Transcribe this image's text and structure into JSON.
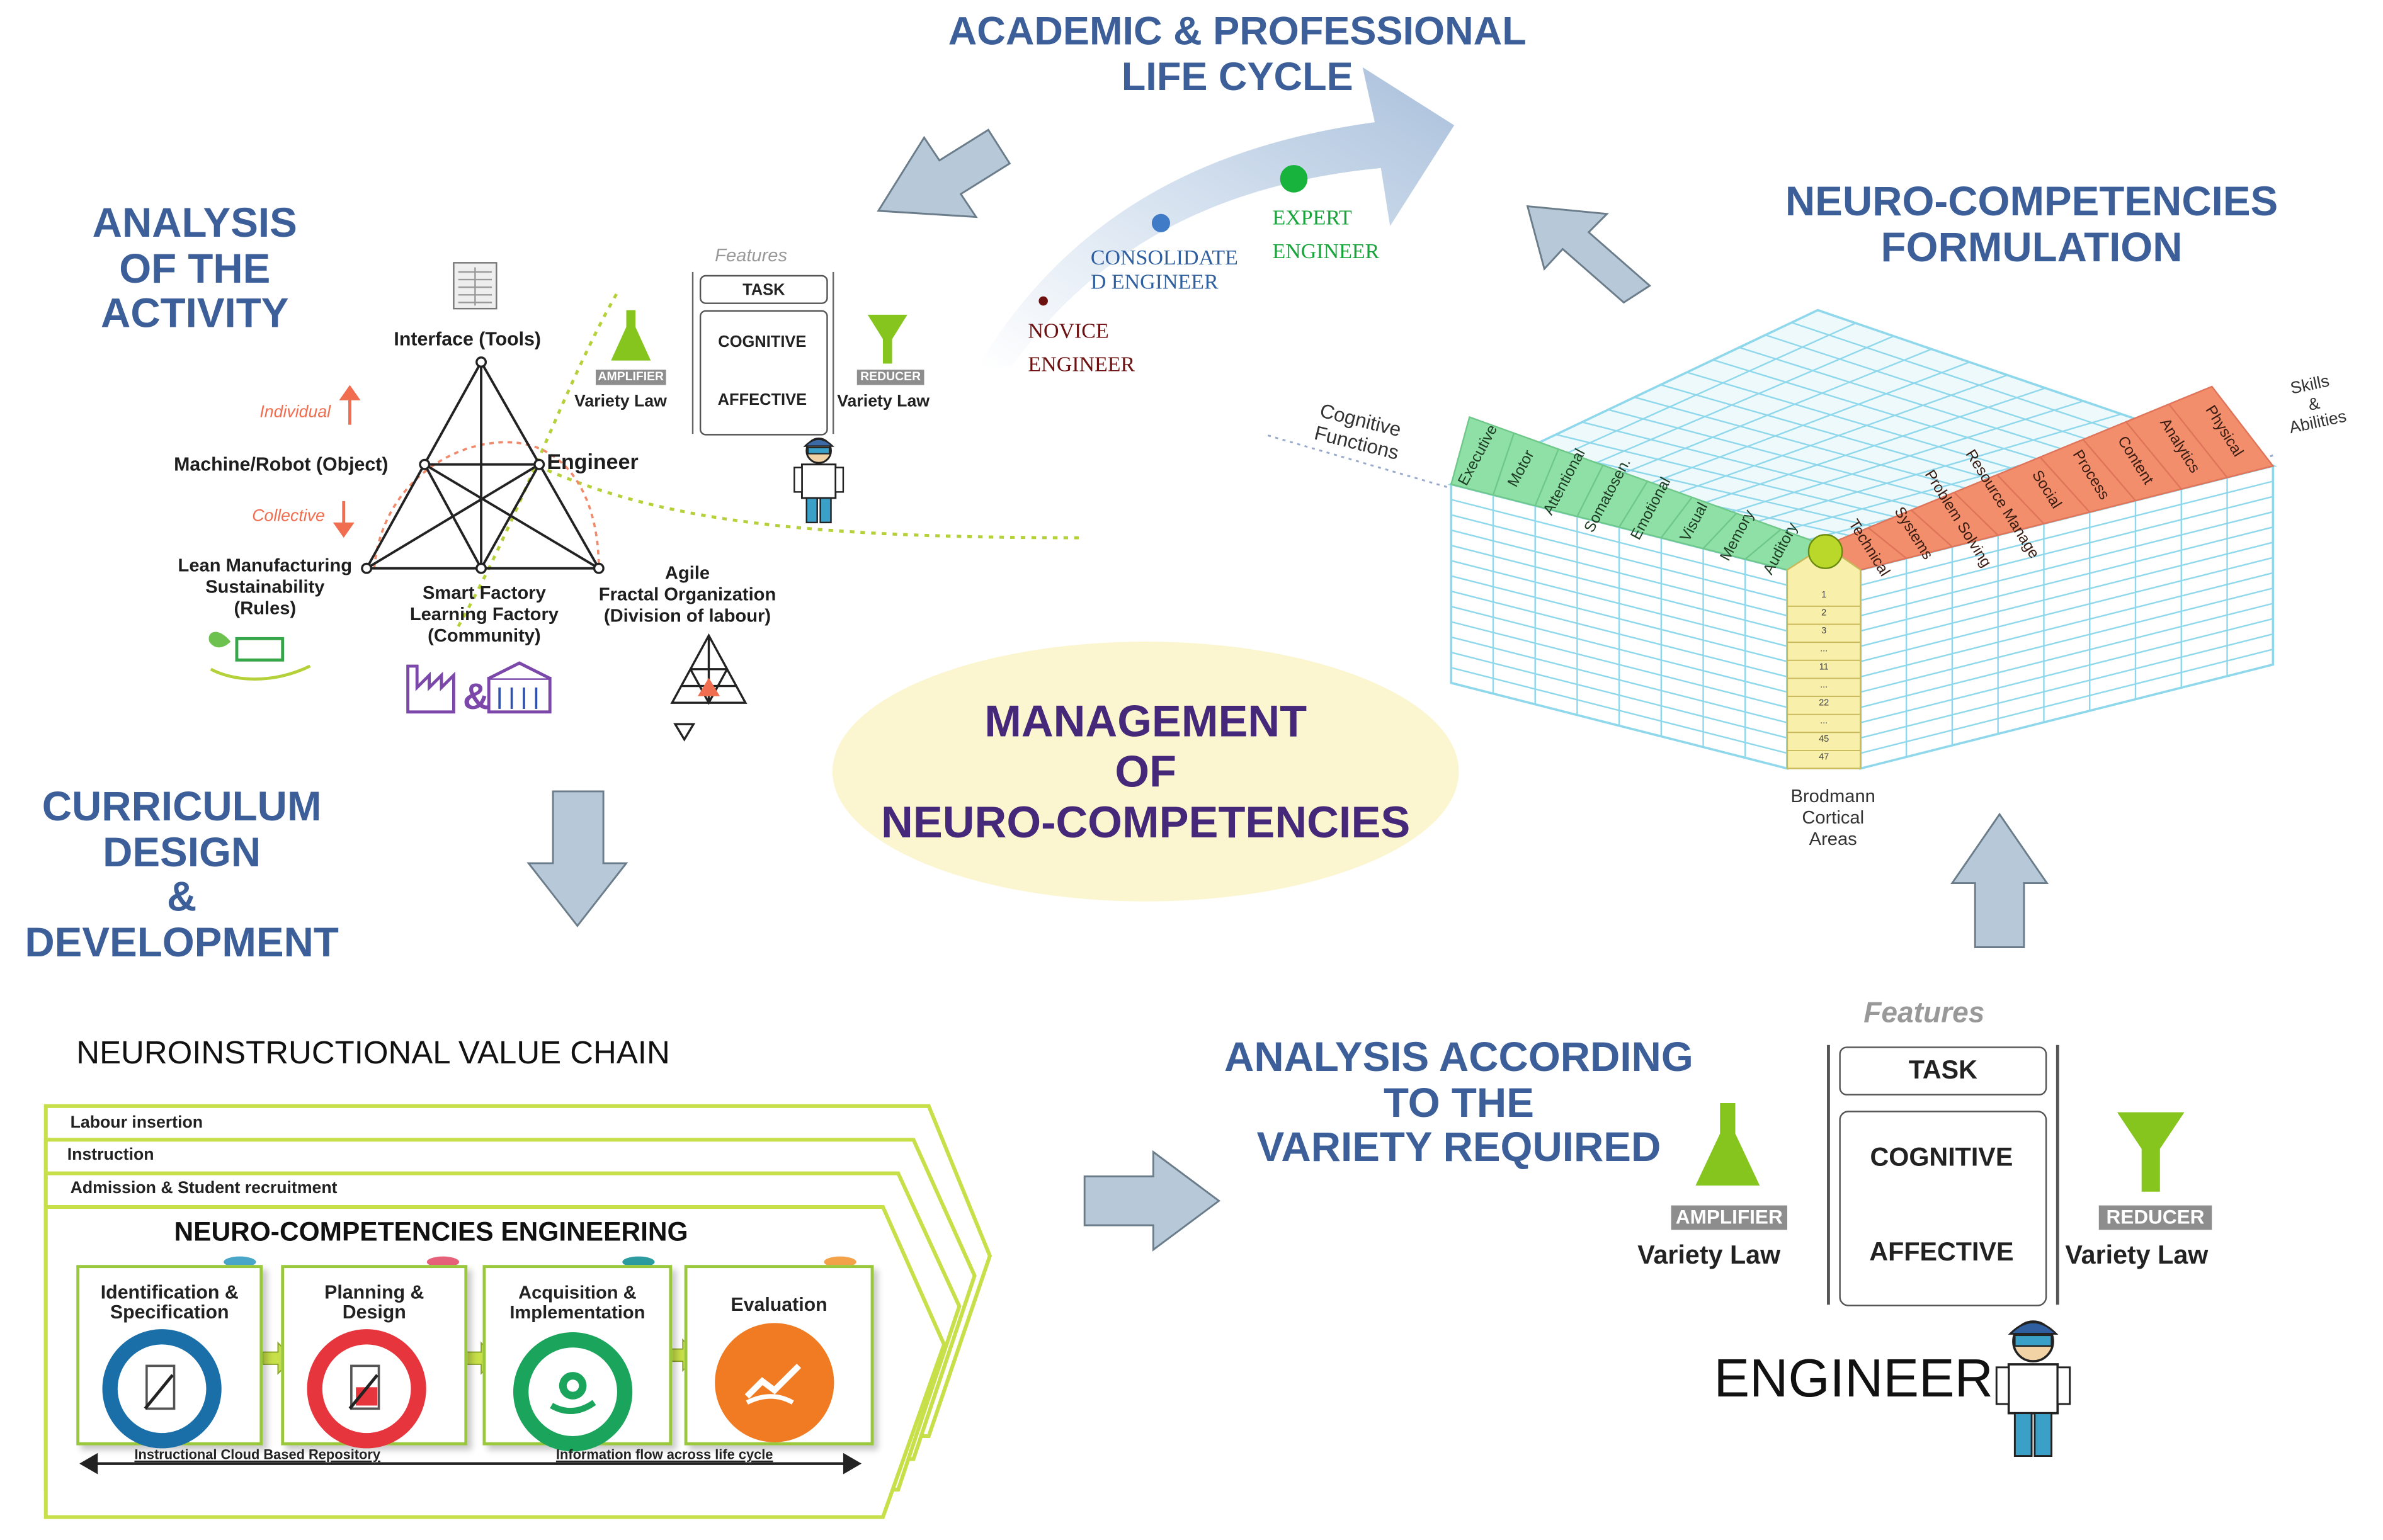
{
  "titles": {
    "life_cycle": [
      "ACADEMIC & PROFESSIONAL",
      "LIFE CYCLE"
    ],
    "analysis_activity": [
      "ANALYSIS",
      "OF THE",
      "ACTIVITY"
    ],
    "neuro_formulation": [
      "NEURO-COMPETENCIES",
      "FORMULATION"
    ],
    "curriculum": [
      "CURRICULUM",
      "DESIGN",
      "&",
      "DEVELOPMENT"
    ],
    "management": [
      "MANAGEMENT",
      "OF",
      "NEURO-COMPETENCIES"
    ],
    "analysis_variety": [
      "ANALYSIS ACCORDING",
      "TO THE",
      "VARIETY REQUIRED"
    ]
  },
  "life_cycle_stages": {
    "novice": [
      "NOVICE",
      "ENGINEER"
    ],
    "consolidated": [
      "CONSOLIDATE",
      "D ENGINEER"
    ],
    "expert": [
      "EXPERT",
      "ENGINEER"
    ]
  },
  "activity_model": {
    "interface": "Interface (Tools)",
    "object": "Machine/Robot (Object)",
    "engineer": "Engineer",
    "individual": "Individual",
    "collective": "Collective",
    "rules": [
      "Lean Manufacturing",
      "Sustainability",
      "(Rules)"
    ],
    "community": [
      "Smart Factory",
      "Learning Factory",
      "(Community)"
    ],
    "division": [
      "Agile",
      "Fractal Organization",
      "(Division of labour)"
    ]
  },
  "small_features": {
    "title": "Features",
    "task": "TASK",
    "cognitive": "COGNITIVE",
    "affective": "AFFECTIVE",
    "amplifier": "AMPLIFIER",
    "reducer": "REDUCER",
    "variety_law_left": "Variety Law",
    "variety_law_right": "Variety Law"
  },
  "grid": {
    "cognitive_axis": [
      "Cognitive",
      "Functions"
    ],
    "skills_axis": [
      "Skills",
      "&",
      "Abilities"
    ],
    "brodmann": [
      "Brodmann",
      "Cortical",
      "Areas"
    ],
    "cognitive_functions": [
      "Executive",
      "Motor",
      "Attentional",
      "Somatosen.",
      "Emotional",
      "Visual",
      "Memory",
      "Auditory"
    ],
    "skills": [
      "Technical",
      "Systems",
      "Problem Solving",
      "Resource Manage",
      "Social",
      "Process",
      "Content",
      "Analytics",
      "Physical"
    ],
    "brodmann_numbers": [
      "1",
      "2",
      "3",
      "...",
      "11",
      "...",
      "22",
      "...",
      "45",
      "47"
    ],
    "colors": {
      "cognitive": "#8fe0a6",
      "skills": "#f28e6c",
      "brodmann": "#f7efaa",
      "grid": "#8fd8ec"
    }
  },
  "value_chain": {
    "title": "NEUROINSTRUCTIONAL VALUE CHAIN",
    "layers": [
      "Labour insertion",
      "Instruction",
      "Admission & Student recruitment"
    ],
    "engineering": "NEURO-COMPETENCIES ENGINEERING",
    "stages": [
      {
        "label": [
          "Identification &",
          "Specification"
        ],
        "color": "#1a6fa9",
        "db_color": "#4aa6c9"
      },
      {
        "label": [
          "Planning &",
          "Design"
        ],
        "color": "#e7353e",
        "db_color": "#e6607a"
      },
      {
        "label": [
          "Acquisition &",
          "Implementation"
        ],
        "color": "#1ba45b",
        "db_color": "#2b9ba0"
      },
      {
        "label": [
          "Evaluation"
        ],
        "color": "#f07b22",
        "db_color": "#f3a24a"
      }
    ],
    "footer_left": "Instructional Cloud Based Repository",
    "footer_right": "Information flow across life cycle"
  },
  "large_features": {
    "title": "Features",
    "task": "TASK",
    "cognitive": "COGNITIVE",
    "affective": "AFFECTIVE",
    "amplifier": "AMPLIFIER",
    "reducer": "REDUCER",
    "variety_law_left": "Variety Law",
    "variety_law_right": "Variety Law",
    "engineer": "ENGINEER"
  },
  "colors": {
    "title_blue": "#3c5f99",
    "title_purple": "#46287a",
    "arrow_fill": "#b7c9d8",
    "flask": "#86c51e",
    "chain_green": "#c7df48"
  }
}
